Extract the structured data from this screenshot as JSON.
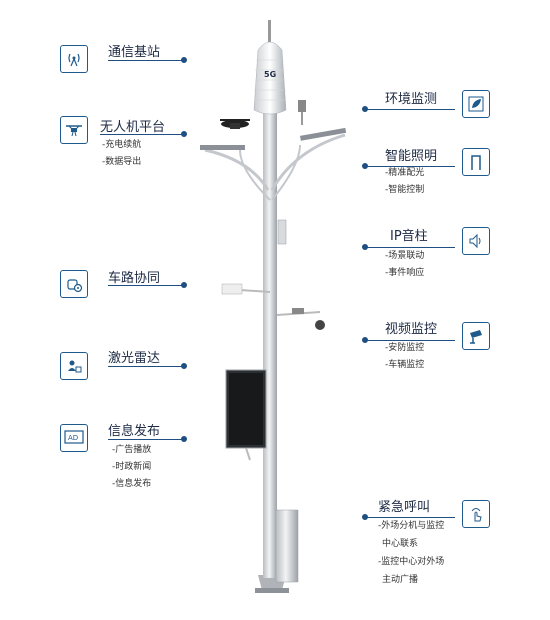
{
  "left": [
    {
      "id": "telecom",
      "title": "通信基站",
      "icon": "antenna-icon",
      "subs": []
    },
    {
      "id": "drone",
      "title": "无人机平台",
      "icon": "drone-icon",
      "subs": [
        "-充电续航",
        "-数据导出"
      ]
    },
    {
      "id": "v2x",
      "title": "车路协同",
      "icon": "car-network-icon",
      "subs": []
    },
    {
      "id": "lidar",
      "title": "激光雷达",
      "icon": "radar-person-icon",
      "subs": []
    },
    {
      "id": "info",
      "title": "信息发布",
      "icon": "ad-screen-icon",
      "icon_text": "AD",
      "subs": [
        "-广告播放",
        "-时政新闻",
        "-信息发布"
      ]
    }
  ],
  "right": [
    {
      "id": "env",
      "title": "环境监测",
      "icon": "leaf-monitor-icon",
      "subs": []
    },
    {
      "id": "light",
      "title": "智能照明",
      "icon": "lamp-icon",
      "subs": [
        "-精准配光",
        "-智能控制"
      ]
    },
    {
      "id": "speaker",
      "title": "IP音柱",
      "icon": "speaker-icon",
      "subs": [
        "-场景联动",
        "-事件响应"
      ]
    },
    {
      "id": "video",
      "title": "视频监控",
      "icon": "camera-icon",
      "subs": [
        "-安防监控",
        "-车辆监控"
      ]
    },
    {
      "id": "sos",
      "title": "紧急呼叫",
      "icon": "touch-call-icon",
      "subs": [
        "-外场分机与监控",
        "中心联系",
        "-监控中心对外场",
        "主动广播"
      ]
    }
  ],
  "pole_label": "5G"
}
